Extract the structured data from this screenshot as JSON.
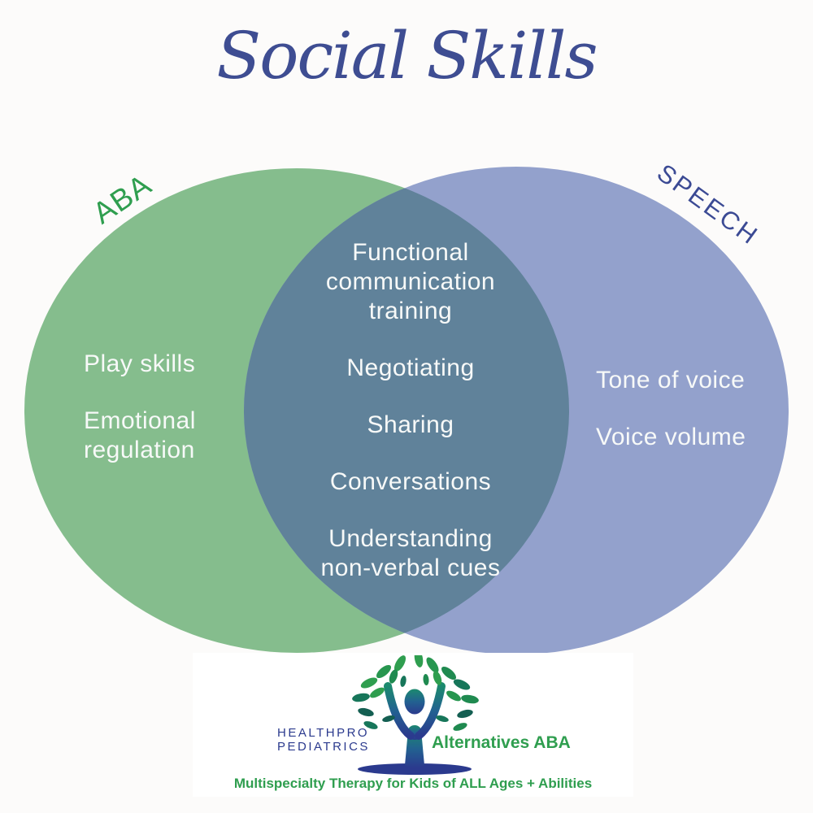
{
  "title": "Social Skills",
  "venn": {
    "left_label": "ABA",
    "right_label": "SPEECH",
    "left_items": [
      "Play skills",
      "Emotional regulation"
    ],
    "overlap_items": [
      "Functional communication training",
      "Negotiating",
      "Sharing",
      "Conversations",
      "Understanding non-verbal cues"
    ],
    "right_items": [
      "Tone of voice",
      "Voice volume"
    ]
  },
  "colors": {
    "left_circle": "#85bd8d",
    "right_circle": "#93a1cc",
    "overlap": "#60829a",
    "left_label_green": "#2f9e4f",
    "right_label_navy": "#3b4a94",
    "title_navy": "#3e4d92",
    "brand_navy": "#2b3a8e",
    "brand_green": "#2f9e4f",
    "item_text": "#f7f9f8"
  },
  "footer": {
    "brand_line1": "HEALTHPRO",
    "brand_line2": "PEDIATRICS",
    "program_name": "Alternatives ABA",
    "tagline": "Multispecialty Therapy for Kids of ALL Ages + Abilities",
    "logo_icon": "tree-person-logo"
  }
}
